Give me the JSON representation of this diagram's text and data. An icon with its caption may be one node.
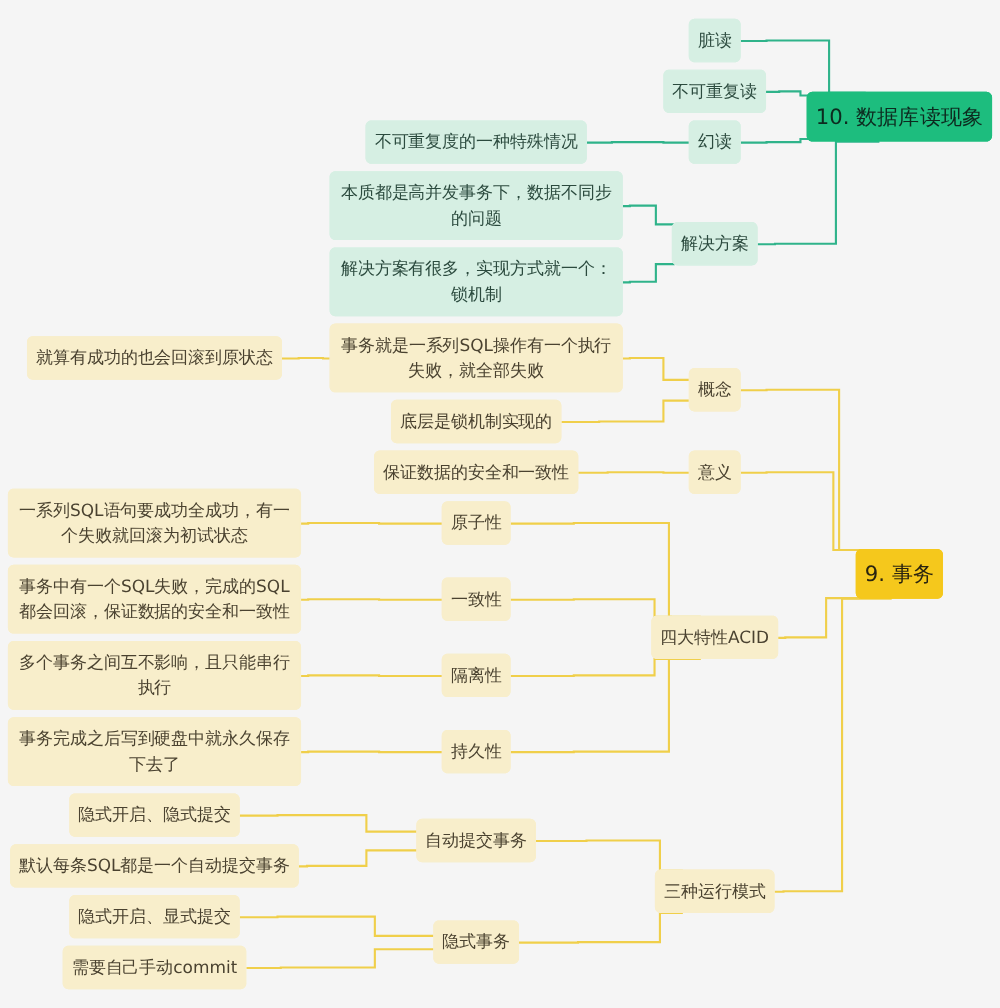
{
  "diagram": {
    "nodes": [
      {
        "text": [
          "10. 数据库读现象"
        ]
      },
      {
        "text": [
          "脏读"
        ]
      },
      {
        "text": [
          "不可重复读"
        ]
      },
      {
        "text": [
          "幻读"
        ]
      },
      {
        "text": [
          "不可重复度的一种特殊情况"
        ]
      },
      {
        "text": [
          "解决方案"
        ]
      },
      {
        "text": [
          "本质都是高并发事务下，数据不同步的问题"
        ]
      },
      {
        "text": [
          "解决方案有很多，实现方式就一个：锁机制"
        ]
      },
      {
        "text": [
          "9. 事务"
        ]
      },
      {
        "text": [
          "概念"
        ]
      },
      {
        "text": [
          "事务就是一系列SQL操作有一个执行失败，就全部失败"
        ]
      },
      {
        "text": [
          "就算有成功的也会回滚到原状态"
        ]
      },
      {
        "text": [
          "底层是锁机制实现的"
        ]
      },
      {
        "text": [
          "意义"
        ]
      },
      {
        "text": [
          "保证数据的安全和一致性"
        ]
      },
      {
        "text": [
          "四大特性ACID"
        ]
      },
      {
        "text": [
          "原子性"
        ]
      },
      {
        "text": [
          "一系列SQL语句要成功全成功，有一个失败就回滚为初试状态"
        ]
      },
      {
        "text": [
          "一致性"
        ]
      },
      {
        "text": [
          "事务中有一个SQL失败，完成的SQL都会回滚，保证数据的安全和一致性"
        ]
      },
      {
        "text": [
          "隔离性"
        ]
      },
      {
        "text": [
          "多个事务之间互不影响，且只能串行执行"
        ]
      },
      {
        "text": [
          "持久性"
        ]
      },
      {
        "text": [
          "事务完成之后写到硬盘中就永久保存下去了"
        ]
      },
      {
        "text": [
          "三种运行模式"
        ]
      },
      {
        "text": [
          "自动提交事务"
        ]
      },
      {
        "text": [
          "隐式开启、隐式提交"
        ]
      },
      {
        "text": [
          "默认每条SQL都是一个自动提交事务"
        ]
      },
      {
        "text": [
          "隐式事务"
        ]
      },
      {
        "text": [
          "隐式开启、显式提交"
        ]
      },
      {
        "text": [
          "需要自己手动commit"
        ]
      }
    ],
    "edges": [
      {
        "from": 0,
        "to": 1,
        "arrow": "none",
        "color": "#2fb38a"
      },
      {
        "from": 0,
        "to": 2,
        "arrow": "none",
        "color": "#2fb38a"
      },
      {
        "from": 0,
        "to": 3,
        "arrow": "none",
        "color": "#2fb38a"
      },
      {
        "from": 3,
        "to": 4,
        "arrow": "none",
        "color": "#2fb38a"
      },
      {
        "from": 0,
        "to": 5,
        "arrow": "none",
        "color": "#2fb38a"
      },
      {
        "from": 5,
        "to": 6,
        "arrow": "none",
        "color": "#2fb38a"
      },
      {
        "from": 5,
        "to": 7,
        "arrow": "none",
        "color": "#2fb38a"
      },
      {
        "from": 8,
        "to": 9,
        "arrow": "none"
      },
      {
        "from": 9,
        "to": 10,
        "arrow": "none"
      },
      {
        "from": 10,
        "to": 11,
        "arrow": "none"
      },
      {
        "from": 9,
        "to": 12,
        "arrow": "none"
      },
      {
        "from": 8,
        "to": 13,
        "arrow": "none"
      },
      {
        "from": 13,
        "to": 14,
        "arrow": "none"
      },
      {
        "from": 8,
        "to": 15,
        "arrow": "none"
      },
      {
        "from": 15,
        "to": 16,
        "arrow": "none"
      },
      {
        "from": 16,
        "to": 17,
        "arrow": "none"
      },
      {
        "from": 15,
        "to": 18,
        "arrow": "none"
      },
      {
        "from": 18,
        "to": 19,
        "arrow": "none"
      },
      {
        "from": 15,
        "to": 20,
        "arrow": "none"
      },
      {
        "from": 20,
        "to": 21,
        "arrow": "none"
      },
      {
        "from": 15,
        "to": 22,
        "arrow": "none"
      },
      {
        "from": 22,
        "to": 23,
        "arrow": "none"
      },
      {
        "from": 8,
        "to": 24,
        "arrow": "none"
      },
      {
        "from": 24,
        "to": 25,
        "arrow": "none"
      },
      {
        "from": 25,
        "to": 26,
        "arrow": "none"
      },
      {
        "from": 25,
        "to": 27,
        "arrow": "none"
      },
      {
        "from": 24,
        "to": 28,
        "arrow": "none"
      },
      {
        "from": 28,
        "to": 29,
        "arrow": "none"
      },
      {
        "from": 28,
        "to": 30,
        "arrow": "none"
      }
    ]
  }
}
